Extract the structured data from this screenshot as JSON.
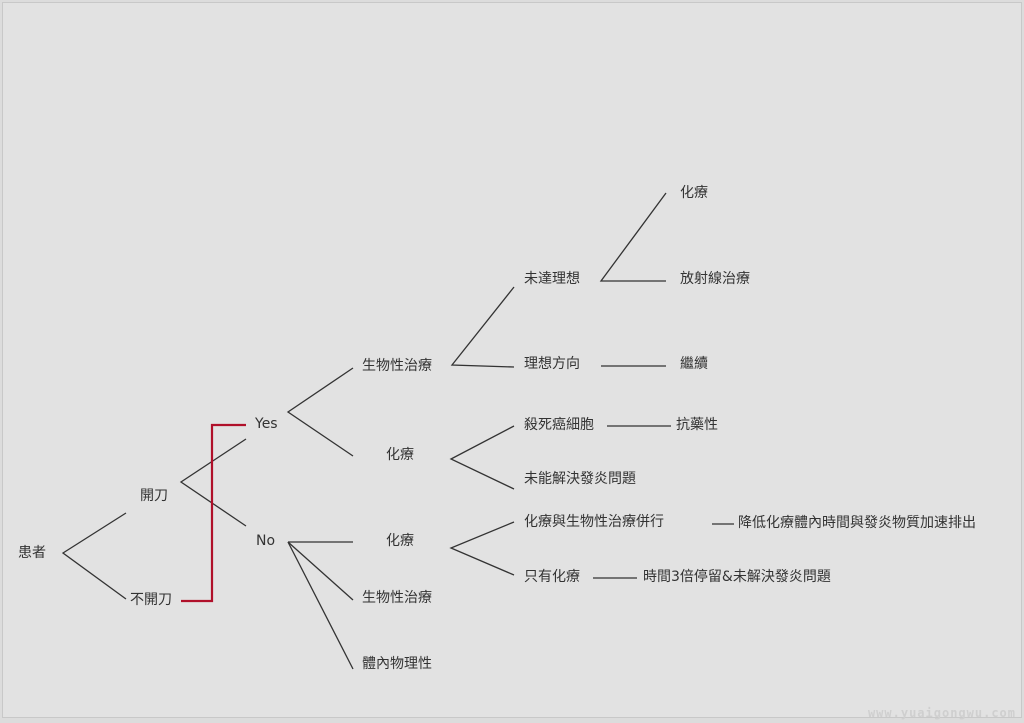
{
  "diagram": {
    "root": "患者",
    "surgery": "開刀",
    "no_surgery": "不開刀",
    "yes": "Yes",
    "no": "No",
    "yes_bio": "生物性治療",
    "yes_chemo": "化療",
    "no_chemo": "化療",
    "no_bio": "生物性治療",
    "no_physical": "體內物理性",
    "not_ideal": "未達理想",
    "ideal": "理想方向",
    "not_ideal_chemo": "化療",
    "not_ideal_radiation": "放射線治療",
    "continue": "繼續",
    "kill_cells": "殺死癌細胞",
    "resistance": "抗藥性",
    "inflammation_unsolved": "未能解決發炎問題",
    "combined": "化療與生物性治療併行",
    "combined_result": "降低化療體內時間與發炎物質加速排出",
    "chemo_only": "只有化療",
    "chemo_only_result": "時間3倍停留&未解決發炎問題"
  },
  "colors": {
    "line": "#333333",
    "highlight": "#b0102a"
  },
  "watermark": "www.yuaigongwu.com"
}
